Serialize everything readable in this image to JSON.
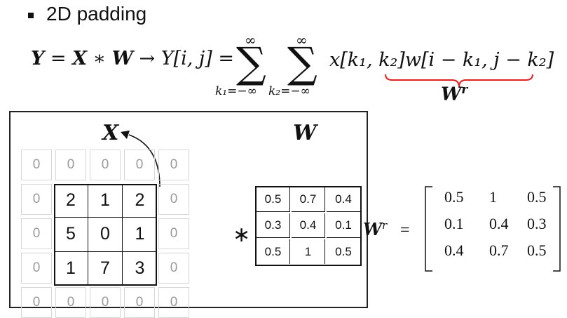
{
  "title": "2D padding",
  "equation": {
    "lhs_Y": "Y",
    "op_eq": "=",
    "lhs_X": "X",
    "op_conv": "∗",
    "lhs_W": "W",
    "arrow": "→",
    "lhs_func": "Y[i, j]",
    "op_eq2": "=",
    "sum_upper": "∞",
    "sum1_lower": "k₁=−∞",
    "sum2_lower": "k₂=−∞",
    "rhs": "x[k₁, k₂]w[i − k₁, j − k₂]",
    "brace_label": "W",
    "brace_label_sup": "r"
  },
  "panel": {
    "label_X": "X",
    "label_W": "W",
    "conv_symbol": "∗",
    "padded_X": [
      [
        "0",
        "0",
        "0",
        "0",
        "0"
      ],
      [
        "0",
        "2",
        "1",
        "2",
        "0"
      ],
      [
        "0",
        "5",
        "0",
        "1",
        "0"
      ],
      [
        "0",
        "1",
        "7",
        "3",
        "0"
      ],
      [
        "0",
        "0",
        "0",
        "0",
        "0"
      ]
    ],
    "kernel_W": [
      [
        "0.5",
        "0.7",
        "0.4"
      ],
      [
        "0.3",
        "0.4",
        "0.1"
      ],
      [
        "0.5",
        "1",
        "0.5"
      ]
    ]
  },
  "wr_matrix": {
    "label": "W",
    "label_sup": "r",
    "eq": "=",
    "rows": [
      [
        "0.5",
        "1",
        "0.5"
      ],
      [
        "0.1",
        "0.4",
        "0.3"
      ],
      [
        "0.4",
        "0.7",
        "0.5"
      ]
    ]
  },
  "colors": {
    "brace": "#e02020",
    "pad_text": "#9a9a9a",
    "pad_border": "#d7d7d7"
  }
}
